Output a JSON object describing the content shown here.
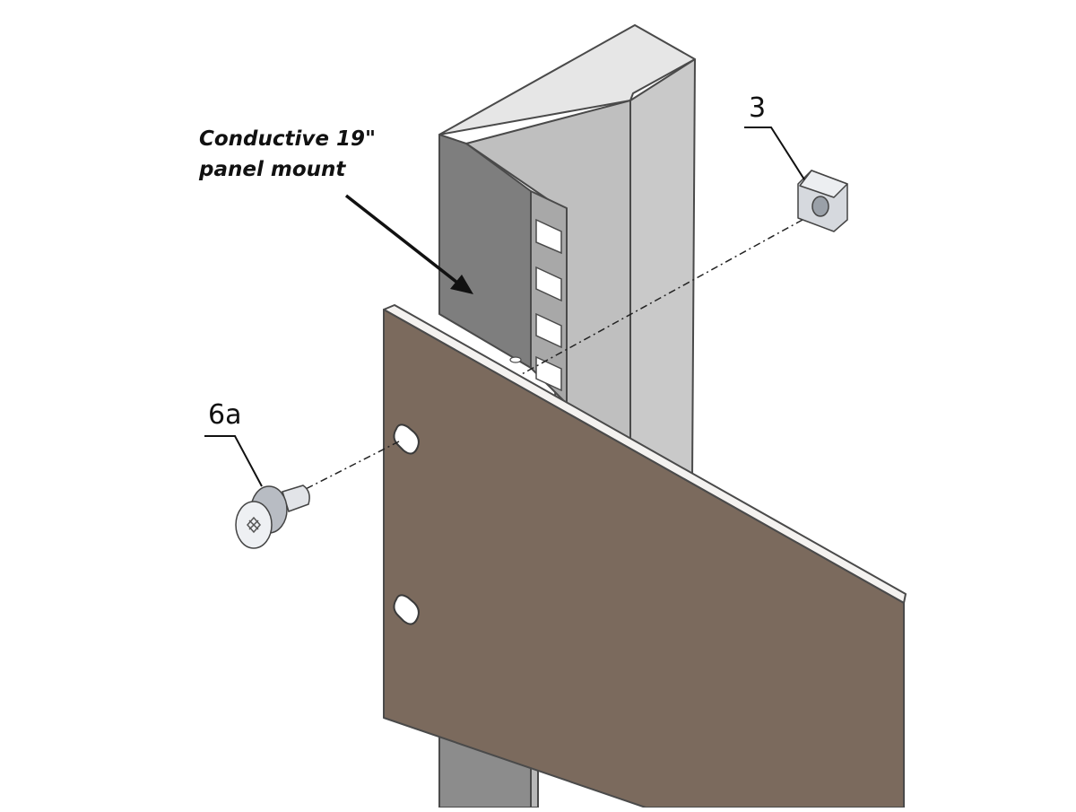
{
  "annotation": {
    "line1": "Conductive 19\"",
    "line2": "panel mount"
  },
  "callouts": {
    "cage_nut": "3",
    "screw": "6a"
  },
  "colors": {
    "background": "#ffffff",
    "rail_light": "#c8c8c8",
    "rail_mid": "#b4b4b4",
    "rail_dark": "#7e7e7e",
    "panel_face": "#7b6a5d",
    "panel_edge": "#f4f2f0",
    "outline": "#4a4a4a",
    "hardware": "#d6d9de"
  }
}
